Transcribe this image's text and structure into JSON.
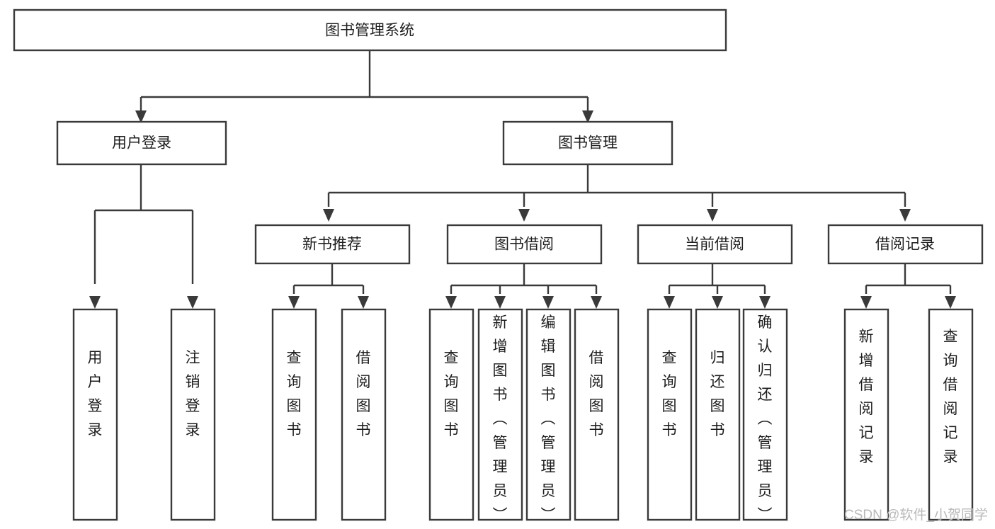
{
  "diagram": {
    "title": "图书管理系统",
    "type": "tree",
    "orientation": "top-down",
    "watermark": "CSDN @软件_小贺同学",
    "colors": {
      "box_stroke": "#3a3a3a",
      "box_fill": "#ffffff",
      "connector": "#3a3a3a",
      "text": "#1d1d1d",
      "watermark": "#b9b9b9",
      "background": "#ffffff"
    },
    "root": {
      "label": "图书管理系统"
    },
    "level2": [
      {
        "id": "user-login",
        "label": "用户登录"
      },
      {
        "id": "book-management",
        "label": "图书管理"
      }
    ],
    "level3": [
      {
        "id": "new-book-recommend",
        "label": "新书推荐",
        "parent": "book-management"
      },
      {
        "id": "book-borrow",
        "label": "图书借阅",
        "parent": "book-management"
      },
      {
        "id": "current-borrow",
        "label": "当前借阅",
        "parent": "book-management"
      },
      {
        "id": "borrow-record",
        "label": "借阅记录",
        "parent": "book-management"
      }
    ],
    "leaves": {
      "user-login": [
        {
          "id": "leaf-user-login",
          "label": "用户登录"
        },
        {
          "id": "leaf-logout",
          "label": "注销登录"
        }
      ],
      "new-book-recommend": [
        {
          "id": "leaf-query-book-1",
          "label": "查询图书"
        },
        {
          "id": "leaf-borrow-book-1",
          "label": "借阅图书"
        }
      ],
      "book-borrow": [
        {
          "id": "leaf-query-book-2",
          "label": "查询图书"
        },
        {
          "id": "leaf-add-book",
          "label": "新增图书（管理员）"
        },
        {
          "id": "leaf-edit-book",
          "label": "编辑图书（管理员）"
        },
        {
          "id": "leaf-borrow-book-2",
          "label": "借阅图书"
        }
      ],
      "current-borrow": [
        {
          "id": "leaf-query-book-3",
          "label": "查询图书"
        },
        {
          "id": "leaf-return-book",
          "label": "归还图书"
        },
        {
          "id": "leaf-confirm-return",
          "label": "确认归还（管理员）"
        }
      ],
      "borrow-record": [
        {
          "id": "leaf-add-record",
          "label": "新增借阅记录"
        },
        {
          "id": "leaf-query-record",
          "label": "查询借阅记录"
        }
      ]
    }
  }
}
